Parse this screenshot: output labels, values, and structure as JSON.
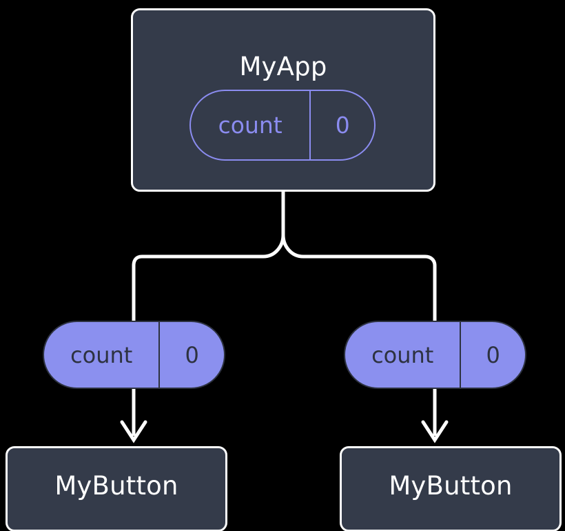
{
  "diagram": {
    "type": "widget-tree",
    "background_color": "#000000",
    "colors": {
      "node_fill": "#343b4a",
      "node_border": "#ffffff",
      "node_text": "#ffffff",
      "pill_outline_stroke": "#8b8cf0",
      "pill_outline_text": "#8b8cf0",
      "pill_filled_fill": "#8b90ef",
      "pill_filled_text": "#2d3240",
      "edge_color": "#ffffff"
    }
  },
  "root": {
    "label": "MyApp",
    "state": {
      "key": "count",
      "value": "0"
    }
  },
  "branches": [
    {
      "state": {
        "key": "count",
        "value": "0"
      },
      "child": {
        "label": "MyButton"
      }
    },
    {
      "state": {
        "key": "count",
        "value": "0"
      },
      "child": {
        "label": "MyButton"
      }
    }
  ]
}
